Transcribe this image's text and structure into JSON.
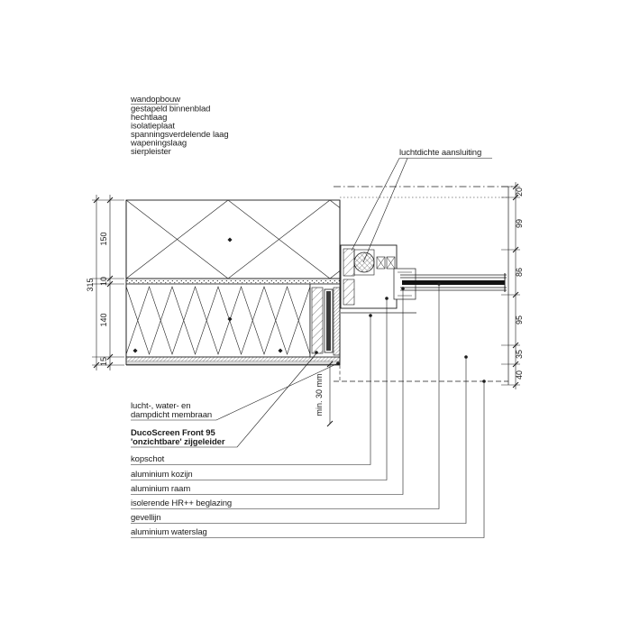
{
  "drawing": {
    "type": "architectural-detail-section",
    "language": "nl"
  },
  "labels": {
    "header": "wandopbouw",
    "layers": [
      "gestapeld binnenblad",
      "hechtlaag",
      "isolatieplaat",
      "spanningsverdelende laag",
      "wapeningslaag",
      "sierpleister"
    ],
    "airtight": "luchtdichte aansluiting",
    "membrane1": "lucht-, water- en",
    "membrane2": "dampdicht membraan",
    "duco1": "DucoScreen Front 95",
    "duco2": "'onzichtbare' zijgeleider",
    "kopschot": "kopschot",
    "kozijn": "aluminium kozijn",
    "raam": "aluminium raam",
    "beglazing": "isolerende HR++ beglazing",
    "gevellijn": "gevellijn",
    "waterslag": "aluminium waterslag",
    "min30": "min. 30 mm"
  },
  "dims": {
    "left": {
      "total": "315",
      "seg": [
        "150",
        "10",
        "140",
        "15"
      ]
    },
    "right": {
      "seg": [
        "20",
        "99",
        "86",
        "95",
        "35",
        "40"
      ]
    }
  },
  "colors": {
    "ink": "#1c1c1c",
    "background": "#ffffff",
    "glass_line": "#111111",
    "layer_gray": "#d8d8d8"
  }
}
